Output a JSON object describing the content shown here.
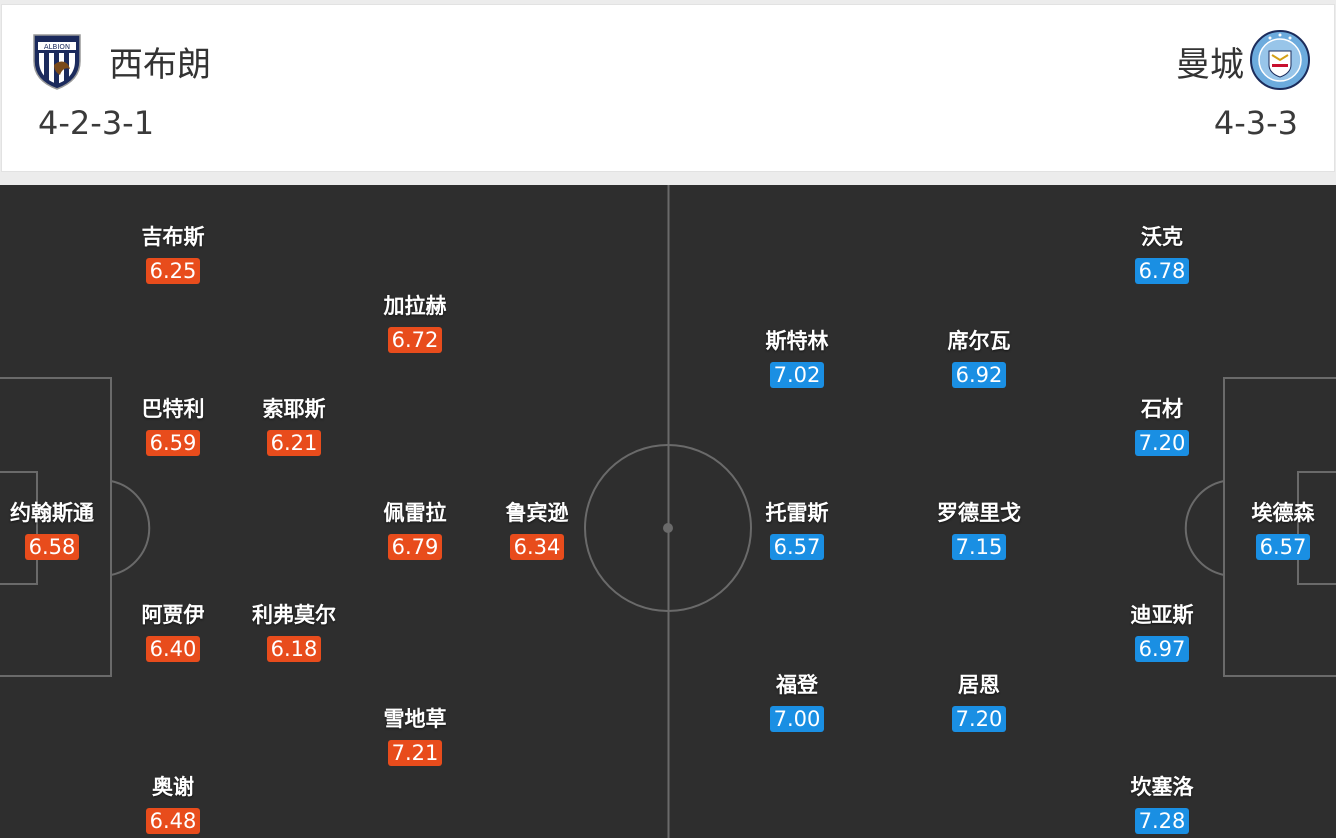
{
  "home": {
    "name": "西布朗",
    "formation": "4-2-3-1",
    "logo_icon": "albion-crest-icon",
    "rating_color": "#e84c1c",
    "players": [
      {
        "name": "吉布斯",
        "rating": "6.25"
      },
      {
        "name": "加拉赫",
        "rating": "6.72"
      },
      {
        "name": "巴特利",
        "rating": "6.59"
      },
      {
        "name": "索耶斯",
        "rating": "6.21"
      },
      {
        "name": "约翰斯通",
        "rating": "6.58"
      },
      {
        "name": "佩雷拉",
        "rating": "6.79"
      },
      {
        "name": "鲁宾逊",
        "rating": "6.34"
      },
      {
        "name": "阿贾伊",
        "rating": "6.40"
      },
      {
        "name": "利弗莫尔",
        "rating": "6.18"
      },
      {
        "name": "雪地草",
        "rating": "7.21"
      },
      {
        "name": "奥谢",
        "rating": "6.48"
      }
    ]
  },
  "away": {
    "name": "曼城",
    "formation": "4-3-3",
    "logo_icon": "manchester-city-crest-icon",
    "rating_color": "#1a8fe3",
    "players": [
      {
        "name": "沃克",
        "rating": "6.78"
      },
      {
        "name": "斯特林",
        "rating": "7.02"
      },
      {
        "name": "席尔瓦",
        "rating": "6.92"
      },
      {
        "name": "石材",
        "rating": "7.20"
      },
      {
        "name": "托雷斯",
        "rating": "6.57"
      },
      {
        "name": "罗德里戈",
        "rating": "7.15"
      },
      {
        "name": "埃德森",
        "rating": "6.57"
      },
      {
        "name": "迪亚斯",
        "rating": "6.97"
      },
      {
        "name": "福登",
        "rating": "7.00"
      },
      {
        "name": "居恩",
        "rating": "7.20"
      },
      {
        "name": "坎塞洛",
        "rating": "7.28"
      }
    ]
  }
}
